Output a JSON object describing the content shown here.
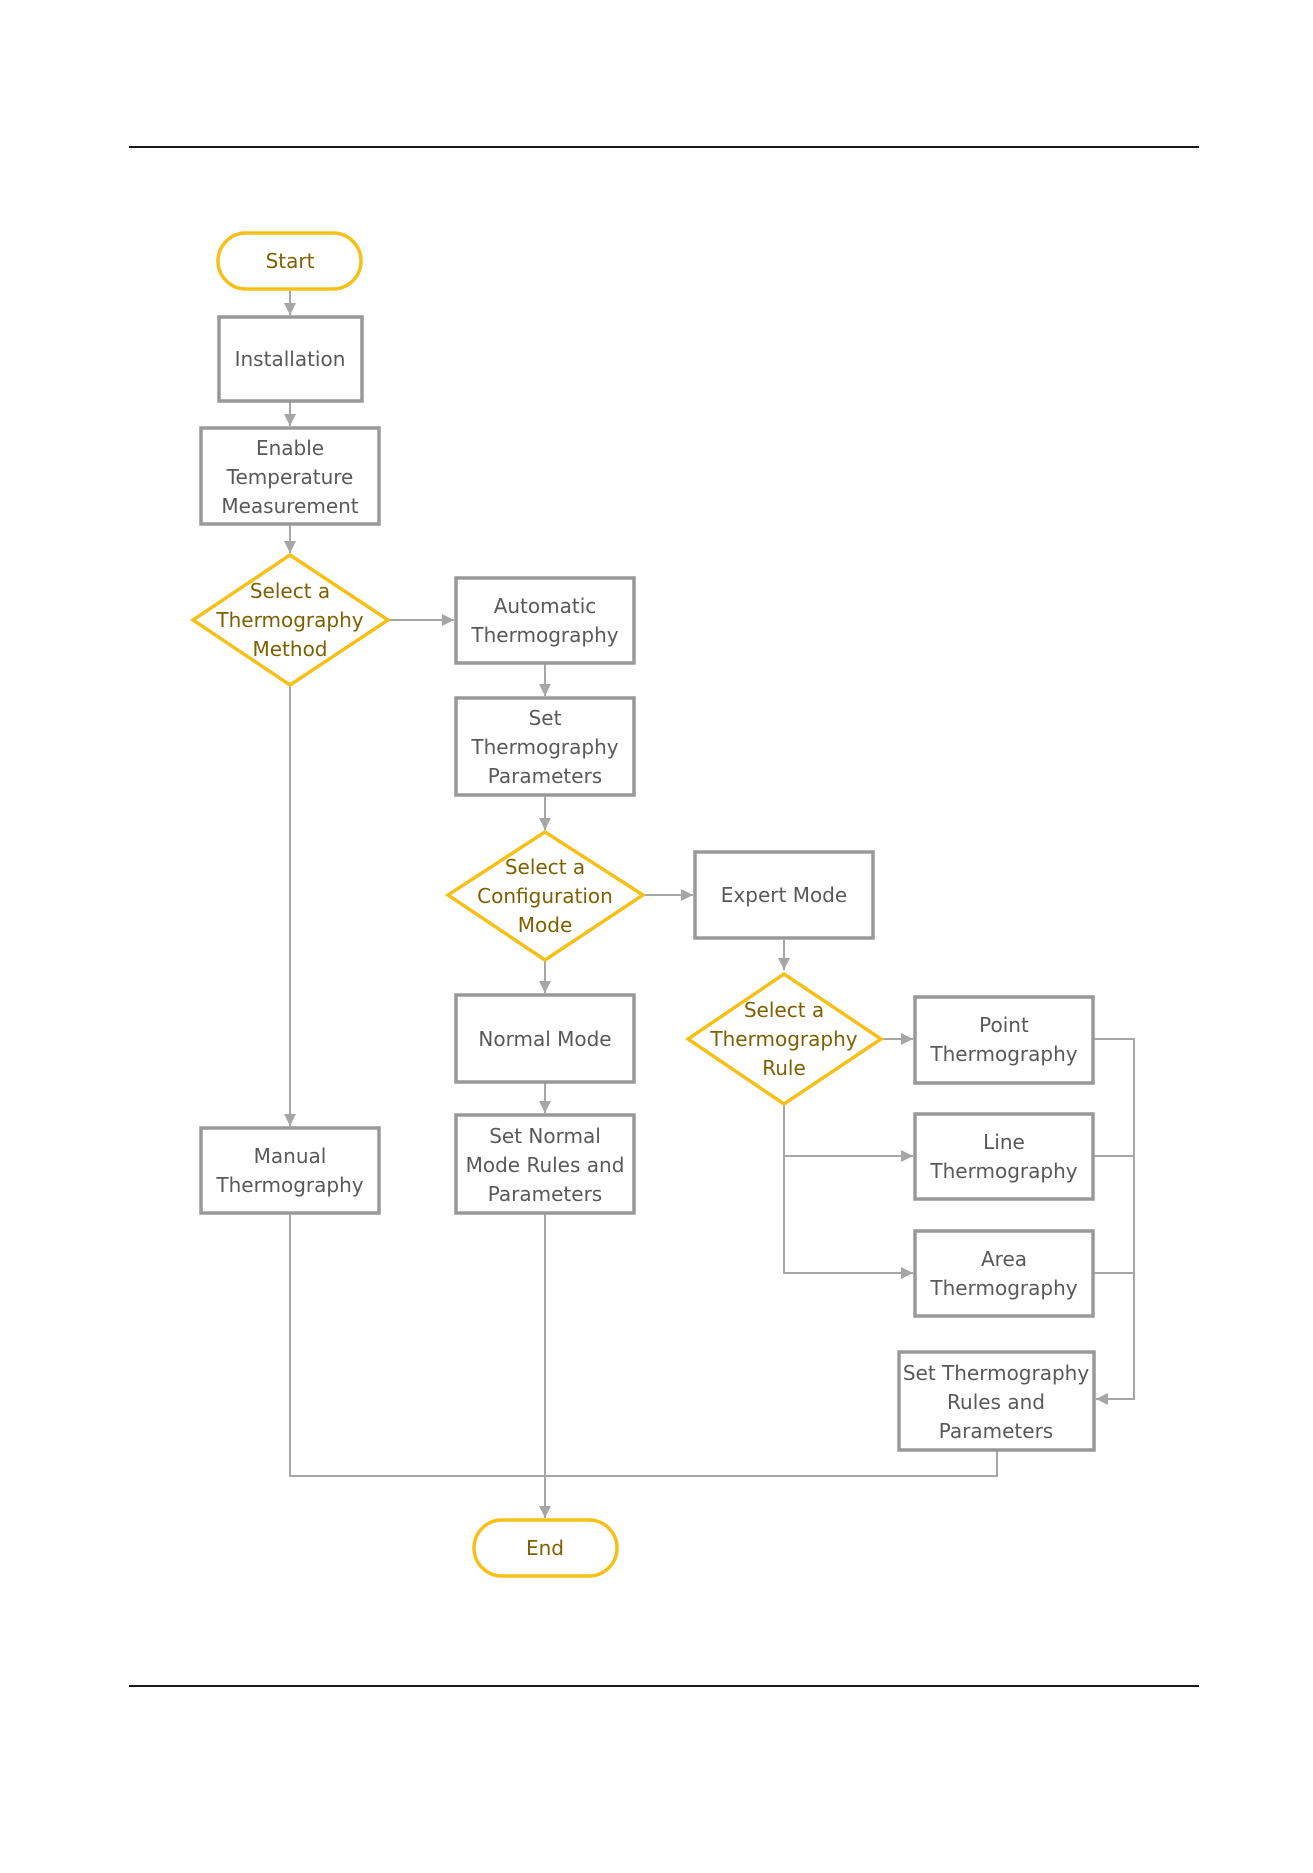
{
  "flowchart": {
    "start": "Start",
    "installation": "Installation",
    "enable_temp": [
      "Enable",
      "Temperature",
      "Measurement"
    ],
    "select_method": [
      "Select a",
      "Thermography",
      "Method"
    ],
    "automatic": [
      "Automatic",
      "Thermography"
    ],
    "set_params": [
      "Set",
      "Thermography",
      "Parameters"
    ],
    "select_config": [
      "Select a",
      "Configuration",
      "Mode"
    ],
    "expert_mode": "Expert Mode",
    "normal_mode": "Normal Mode",
    "set_normal": [
      "Set Normal",
      "Mode Rules and",
      "Parameters"
    ],
    "manual": [
      "Manual",
      "Thermography"
    ],
    "select_rule": [
      "Select a",
      "Thermography",
      "Rule"
    ],
    "point": [
      "Point",
      "Thermography"
    ],
    "line": [
      "Line",
      "Thermography"
    ],
    "area": [
      "Area",
      "Thermography"
    ],
    "set_rules": [
      "Set Thermography",
      "Rules and",
      "Parameters"
    ],
    "end": "End"
  },
  "colors": {
    "terminal_border": "#f5c018",
    "decision_text": "#7f6000",
    "box_border": "#999999",
    "text": "#595959",
    "connector": "#a6a6a6"
  }
}
